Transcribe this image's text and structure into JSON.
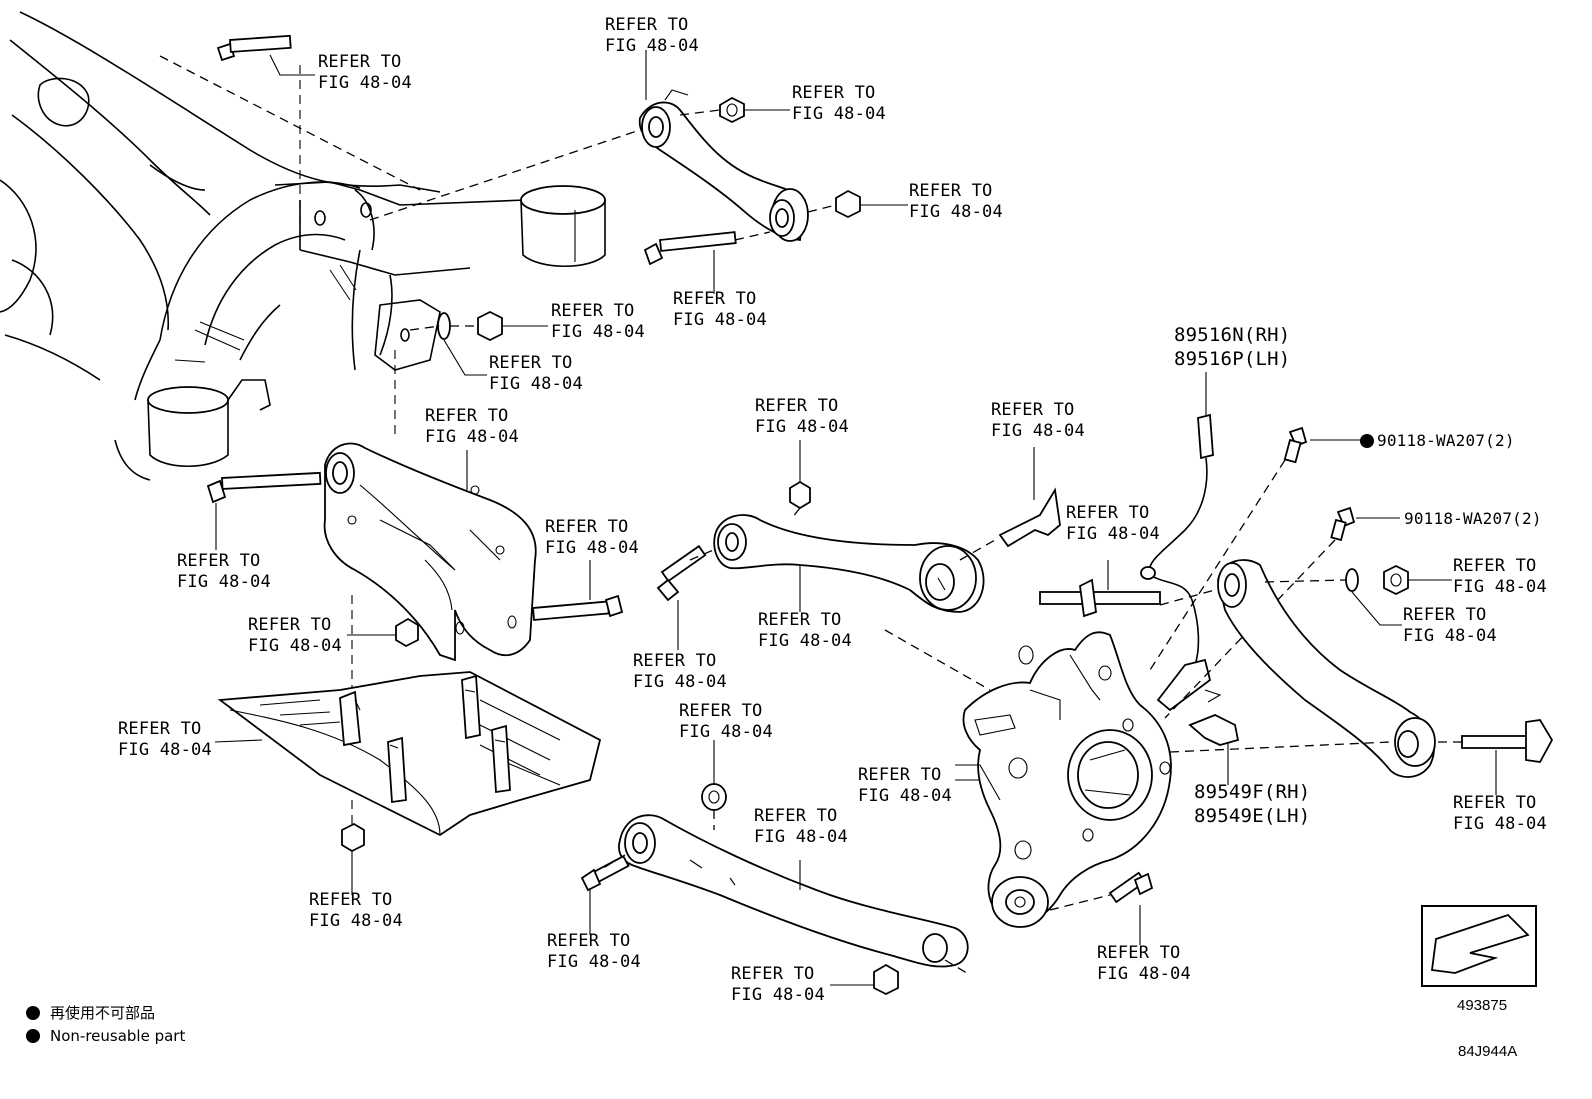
{
  "labels": {
    "refer_line1": "REFER TO",
    "refer_line2": "FIG 48-04"
  },
  "parts": {
    "speed_sensor_rh": "89516N(RH)",
    "speed_sensor_lh": "89516P(LH)",
    "bracket_rh": "89549F(RH)",
    "bracket_lh": "89549E(LH)",
    "bolt_top": "90118-WA207(2)",
    "bolt_second": "90118-WA207(2)"
  },
  "legend": {
    "non_reusable_jp": "再使用不可部品",
    "non_reusable_en": "Non-reusable part"
  },
  "codes": {
    "figure_number": "493875",
    "illustration_id": "84J944A"
  }
}
